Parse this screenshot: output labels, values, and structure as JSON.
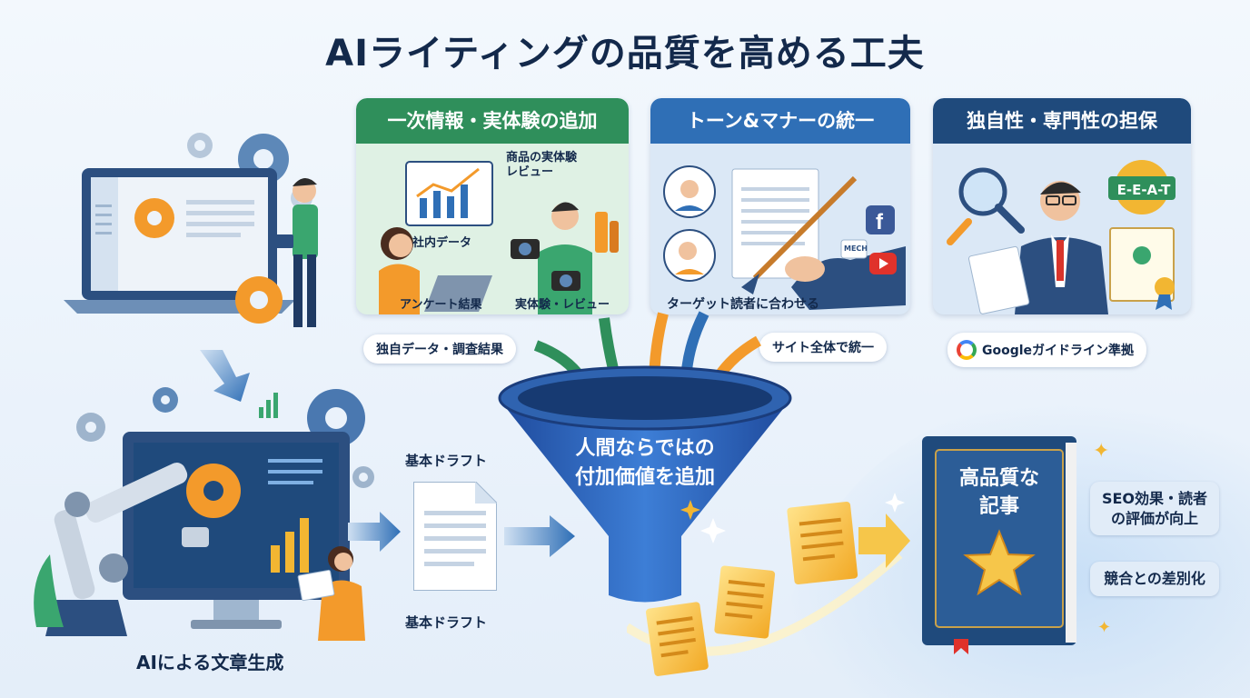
{
  "title": "AIライティングの品質を高める工夫",
  "panels": {
    "primary": {
      "header": "一次情報・実体験の追加",
      "labels": {
        "product_review": "商品の実体験\nレビュー",
        "internal_data": "社内データ",
        "survey": "アンケート結果",
        "experience": "実体験・レビュー"
      },
      "color": "#2f8f5b"
    },
    "tone": {
      "header": "トーン&マナーの統一",
      "labels": {
        "target": "ターゲット読者に合わせる",
        "mech": "MECH"
      },
      "color": "#2f6fb6"
    },
    "unique": {
      "header": "独自性・専門性の担保",
      "labels": {
        "eeat": "E-E-A-T",
        "google": "Googleガイドライン準拠"
      },
      "color": "#1f4a7c"
    }
  },
  "funnel": {
    "input_left": "独自データ・調査結果",
    "input_right": "サイト全体で統一",
    "center_text": "人間ならではの\n付加価値を追加"
  },
  "flow": {
    "ai_label": "AIによる文章生成",
    "draft_top": "基本ドラフト",
    "draft_bottom": "基本ドラフト"
  },
  "result": {
    "book_title": "高品質な\n記事",
    "benefit_1": "SEO効果・読者\nの評価が向上",
    "benefit_2": "競合との差別化"
  },
  "colors": {
    "navy": "#13294b",
    "green": "#2f8f5b",
    "blue": "#2f6fb6",
    "dark_blue": "#1f4a7c",
    "gold": "#f2b632",
    "orange": "#f39a2b"
  }
}
